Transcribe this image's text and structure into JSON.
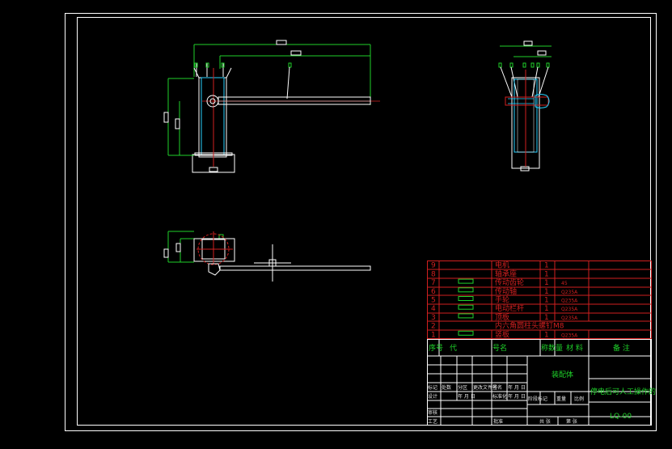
{
  "bom": {
    "rows": [
      {
        "no": "9",
        "name": "电机",
        "qty": "1",
        "material": "",
        "has_box": false
      },
      {
        "no": "8",
        "name": "轴承座",
        "qty": "1",
        "material": "",
        "has_box": false
      },
      {
        "no": "7",
        "name": "传动齿轮",
        "qty": "1",
        "material": "45",
        "has_box": true
      },
      {
        "no": "6",
        "name": "传动轴",
        "qty": "1",
        "material": "Q235A",
        "has_box": true
      },
      {
        "no": "5",
        "name": "手轮",
        "qty": "1",
        "material": "Q235A",
        "has_box": true
      },
      {
        "no": "4",
        "name": "电动栏杆",
        "qty": "1",
        "material": "Q235A",
        "has_box": true
      },
      {
        "no": "3",
        "name": "顶板",
        "qty": "1",
        "material": "Q235A",
        "has_box": true
      },
      {
        "no": "2",
        "name": "内六角圆柱头螺钉M8",
        "qty": "",
        "material": "",
        "has_box": false
      },
      {
        "no": "1",
        "name": "竖板",
        "qty": "1",
        "material": "Q235A",
        "has_box": true
      }
    ],
    "header": {
      "seq": "序号",
      "code": "代",
      "name": "号名",
      "qty": "称数量",
      "material": "材     料",
      "remark": "备   注"
    }
  },
  "title_block": {
    "drawing_type": "装配体",
    "title": "停电后可人工操作的",
    "drawing_no": "LQ-00",
    "labels": {
      "mark": "标记",
      "count": "处数",
      "zone": "分区",
      "change_doc": "更改文件号",
      "sign": "签名",
      "ymd": "年 月 日",
      "design": "设计",
      "ymd2": "年 月 日",
      "std": "标准化",
      "ymd3": "年 月 日",
      "stage_mark": "阶段标记",
      "weight": "重量",
      "scale": "比例",
      "review": "审核",
      "process": "工艺",
      "approve": "批准",
      "total": "共  张",
      "sheet": "第  张"
    }
  }
}
